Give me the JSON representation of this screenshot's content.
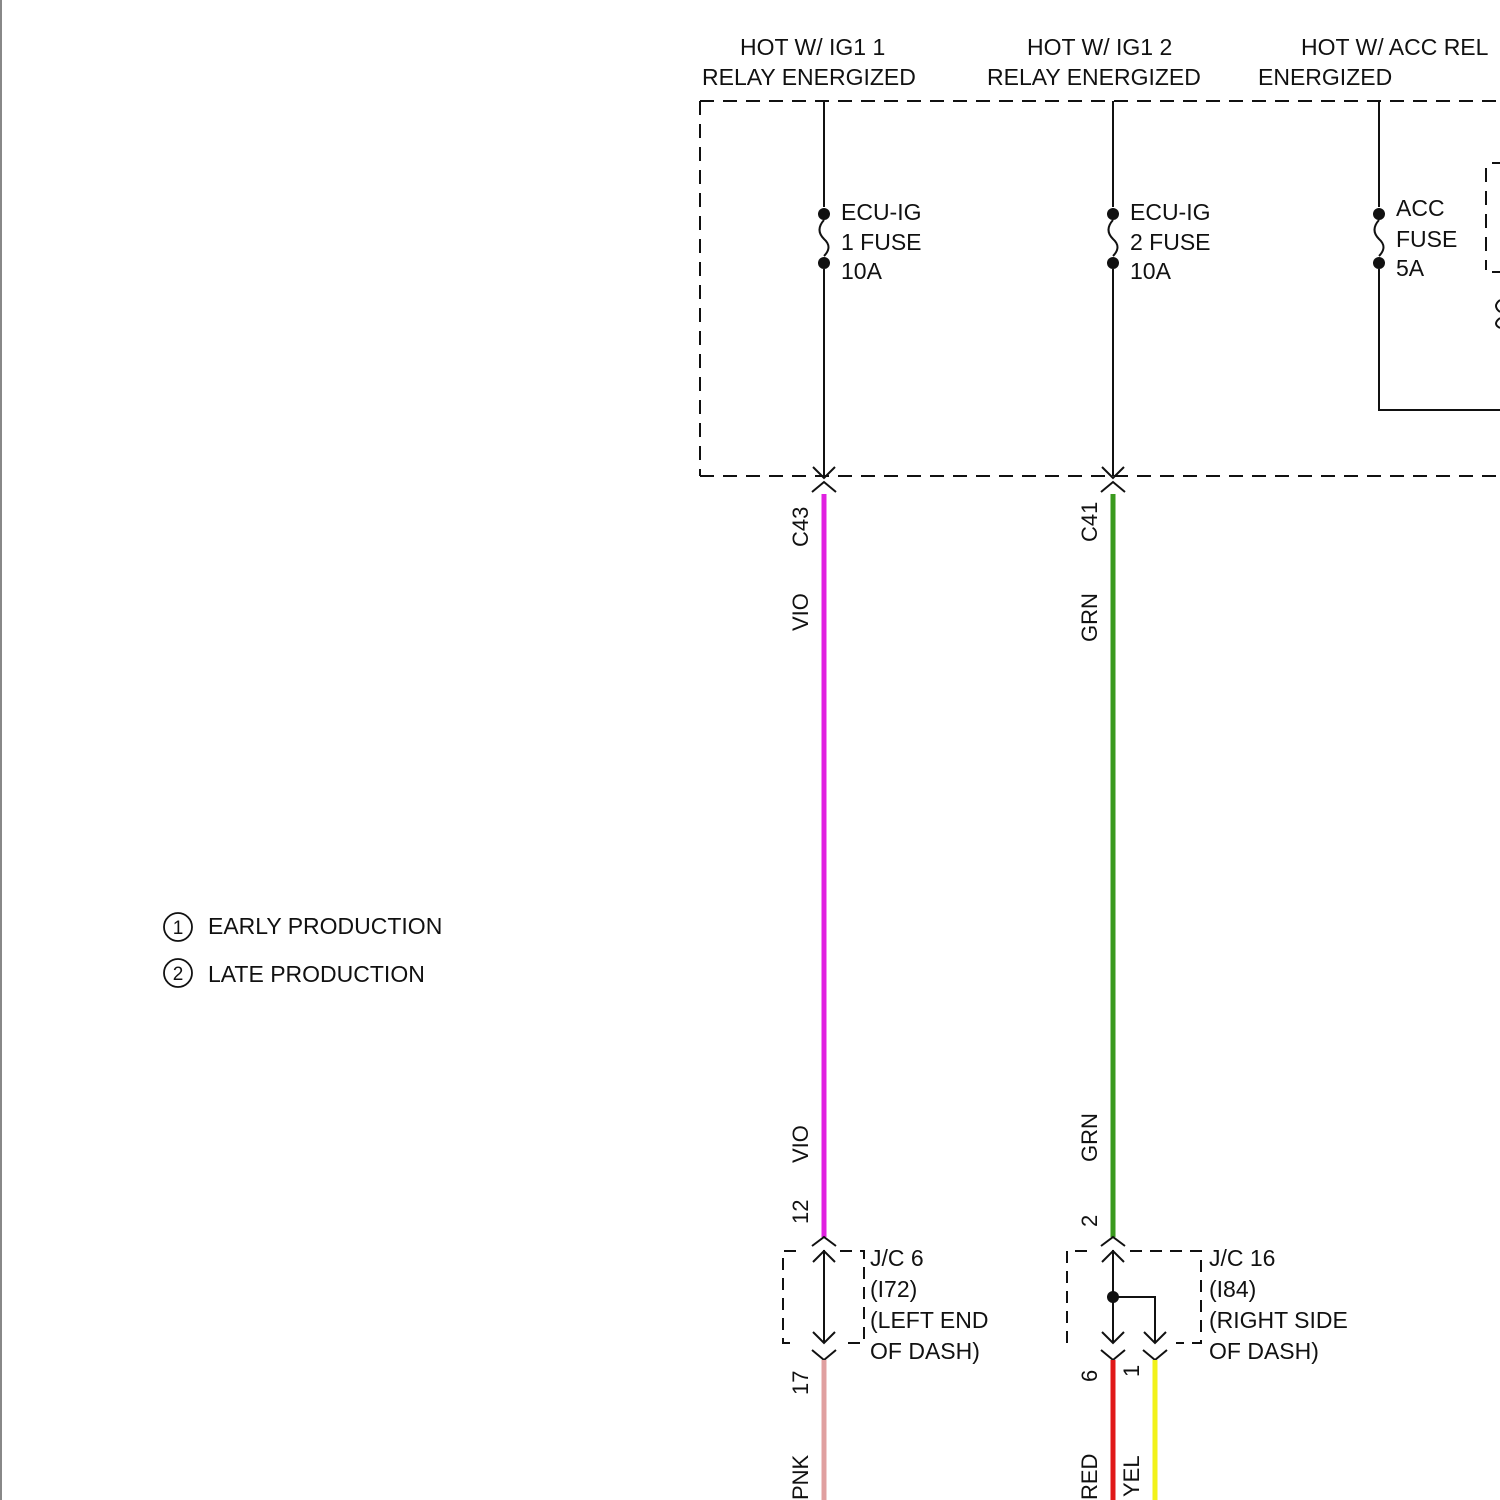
{
  "colors": {
    "line": "#111111",
    "wire_vio": "#e020e0",
    "wire_grn": "#3a9a1e",
    "wire_pnk": "#e0a0a0",
    "wire_red": "#e01818",
    "wire_yel": "#f2f21a"
  },
  "power_sources": [
    {
      "line1": "HOT W/ IG1 1",
      "line2": "RELAY ENERGIZED"
    },
    {
      "line1": "HOT W/ IG1 2",
      "line2": "RELAY ENERGIZED"
    },
    {
      "line1": "HOT W/ ACC REL",
      "line2": "ENERGIZED"
    }
  ],
  "fuses": [
    {
      "name": "ECU-IG",
      "line2": "1 FUSE",
      "rating": "10A"
    },
    {
      "name": "ECU-IG",
      "line2": "2 FUSE",
      "rating": "10A"
    },
    {
      "name": "ACC",
      "line2": "FUSE",
      "rating": "5A"
    }
  ],
  "connectors": {
    "c43": "C43",
    "c41": "C41",
    "pin_12": "12",
    "pin_2": "2",
    "pin_17": "17",
    "pin_6": "6",
    "pin_1": "1"
  },
  "wires": {
    "vio_top": "VIO",
    "vio_bottom": "VIO",
    "grn_top": "GRN",
    "grn_bottom": "GRN",
    "pnk": "PNK",
    "red": "RED",
    "yel": "YEL"
  },
  "junctions": [
    {
      "name": "J/C 6",
      "code": "(I72)",
      "loc1": "(LEFT END",
      "loc2": "OF DASH)"
    },
    {
      "name": "J/C 16",
      "code": "(I84)",
      "loc1": "(RIGHT SIDE",
      "loc2": "OF DASH)"
    }
  ],
  "legend": [
    {
      "marker": "1",
      "text": "EARLY PRODUCTION"
    },
    {
      "marker": "2",
      "text": "LATE PRODUCTION"
    }
  ]
}
